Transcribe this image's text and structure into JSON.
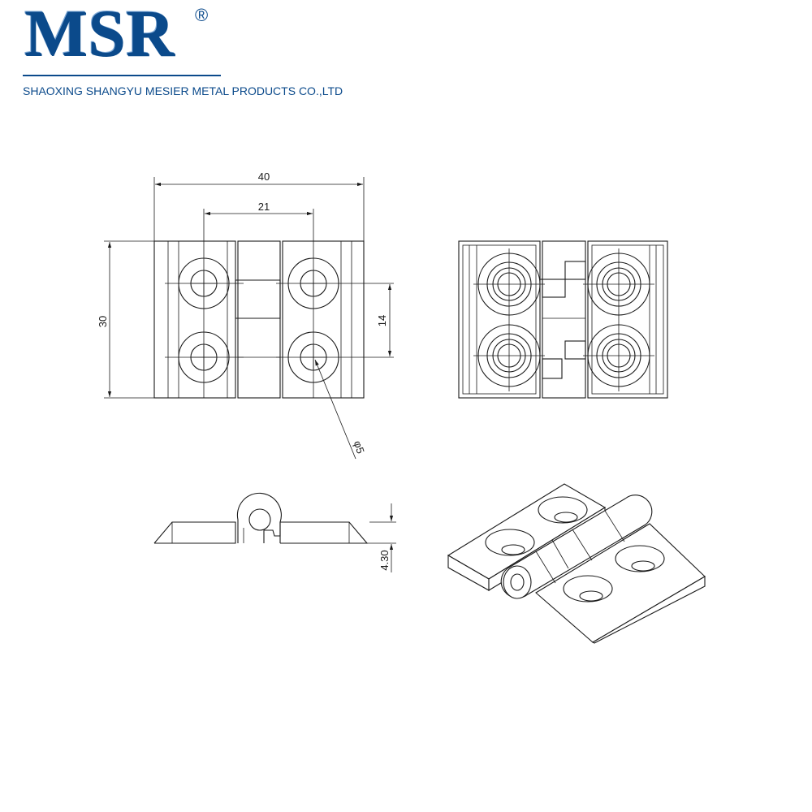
{
  "header": {
    "logo_text": "MSR",
    "registered_mark": "®",
    "company_name": "SHAOXING SHANGYU MESIER METAL PRODUCTS CO.,LTD"
  },
  "dimensions": {
    "overall_width": "40",
    "hole_spacing_horizontal": "21",
    "height": "30",
    "hole_spacing_vertical": "14",
    "hole_diameter": "φ5",
    "thickness": "4.30"
  },
  "colors": {
    "brand": "#0b4a8b",
    "line": "#1a1a1a"
  }
}
